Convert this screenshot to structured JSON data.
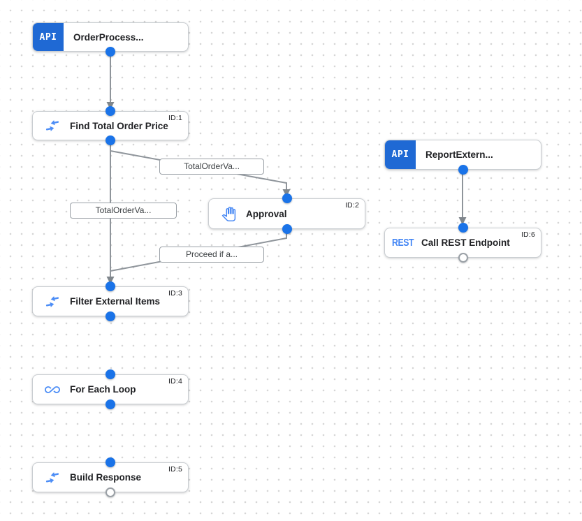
{
  "app": {
    "view": "integration-designer-canvas",
    "colors": {
      "connection_dot_blue": "#1a73e8",
      "api_badge_blue": "#1f69d4",
      "icon_blue": "#4285f4",
      "edge_gray": "#8f959b",
      "node_border_gray": "#c9cdd1",
      "grid_dot_gray": "#d6d6d6",
      "label_text": "#3c4043",
      "title_text": "#202124"
    }
  },
  "nodes": {
    "order_trigger": {
      "badge": "API",
      "label": "OrderProcess...",
      "icon": "api-badge",
      "type": "trigger"
    },
    "find_total": {
      "label": "Find Total Order Price",
      "id": "ID:1",
      "icon": "data-mapping-icon",
      "type": "task"
    },
    "approval": {
      "label": "Approval",
      "id": "ID:2",
      "icon": "pan-tool-icon",
      "type": "task"
    },
    "filter_items": {
      "label": "Filter External Items",
      "id": "ID:3",
      "icon": "data-mapping-icon",
      "type": "task"
    },
    "for_each": {
      "label": "For Each Loop",
      "id": "ID:4",
      "icon": "infinity-icon",
      "type": "task"
    },
    "build_response": {
      "label": "Build Response",
      "id": "ID:5",
      "icon": "data-mapping-icon",
      "type": "task"
    },
    "report_trigger": {
      "badge": "API",
      "label": "ReportExtern...",
      "icon": "api-badge",
      "type": "trigger"
    },
    "rest_call": {
      "badge": "REST",
      "label": "Call REST Endpoint",
      "id": "ID:6",
      "icon": "rest-badge",
      "type": "task"
    }
  },
  "edge_labels": {
    "to_approval": "TotalOrderVa...",
    "to_filter": "TotalOrderVa...",
    "from_approval": "Proceed if a..."
  }
}
